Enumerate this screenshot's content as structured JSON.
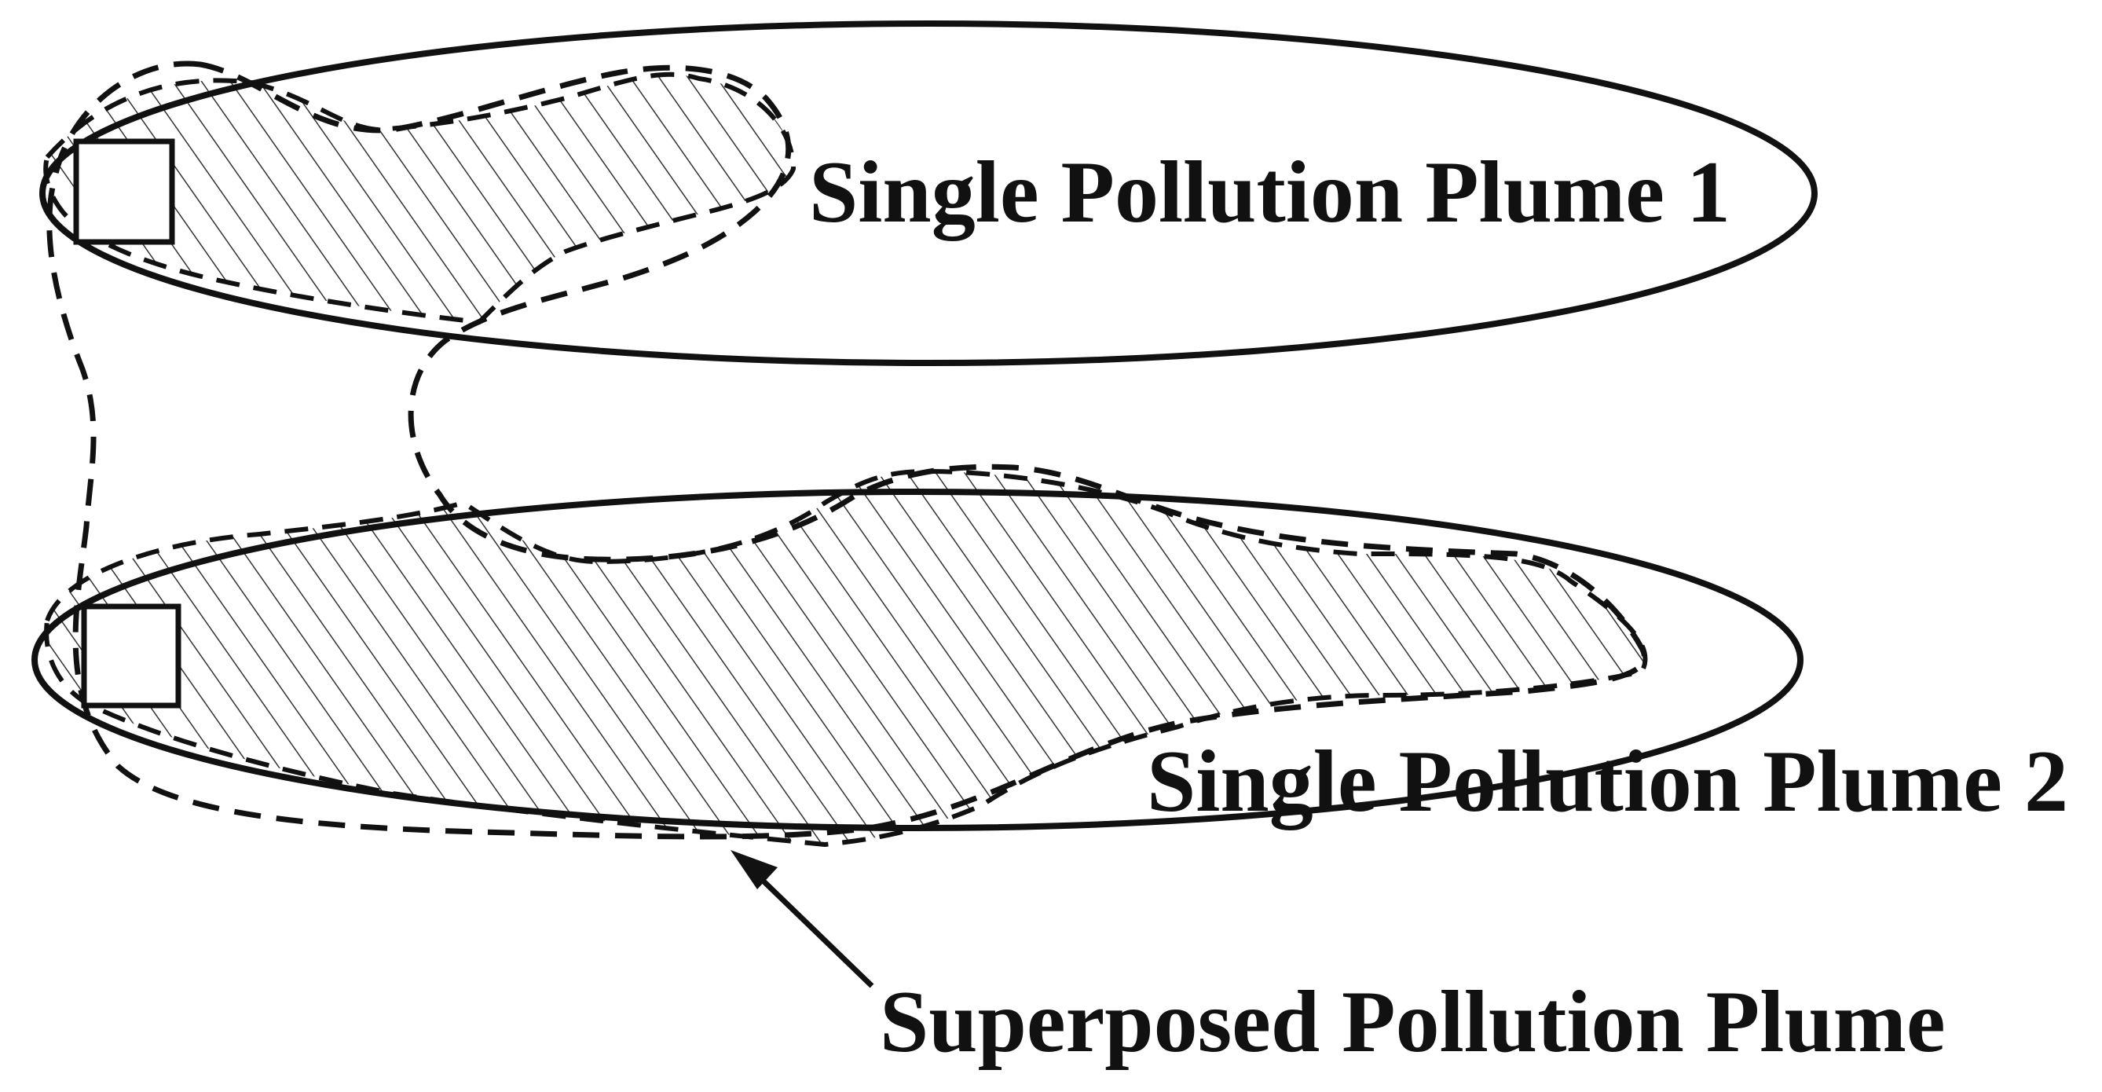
{
  "labels": {
    "plume_1": "Single Pollution Plume 1",
    "plume_2": "Single Pollution Plume 2",
    "superposed": "Superposed Pollution Plume"
  },
  "colors": {
    "stroke": "#111111",
    "hatch": "#333333",
    "background": "#ffffff"
  }
}
